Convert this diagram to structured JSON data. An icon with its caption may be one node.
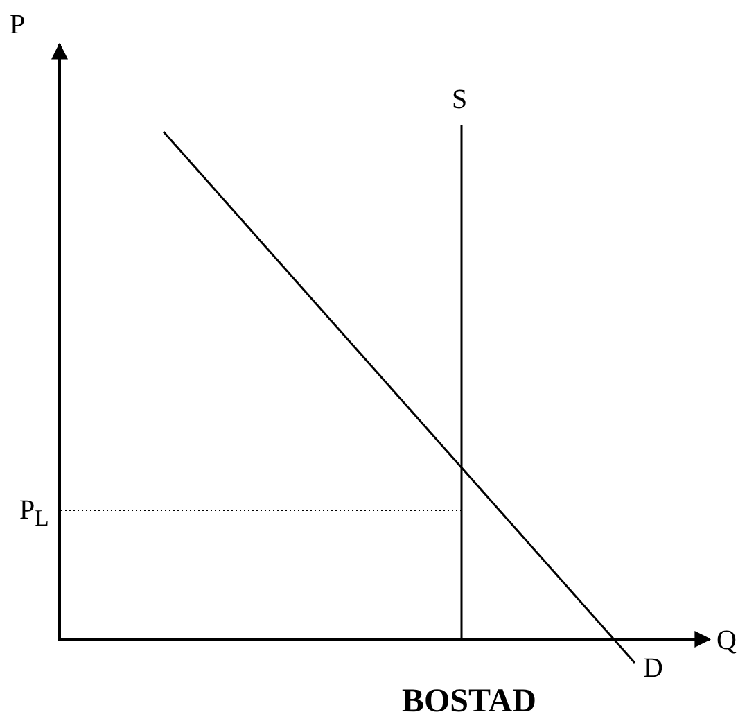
{
  "diagram": {
    "labels": [
      "P",
      "S",
      "P$_{L}$",
      "D",
      "Q",
      "BOSTAD"
    ]
  }
}
